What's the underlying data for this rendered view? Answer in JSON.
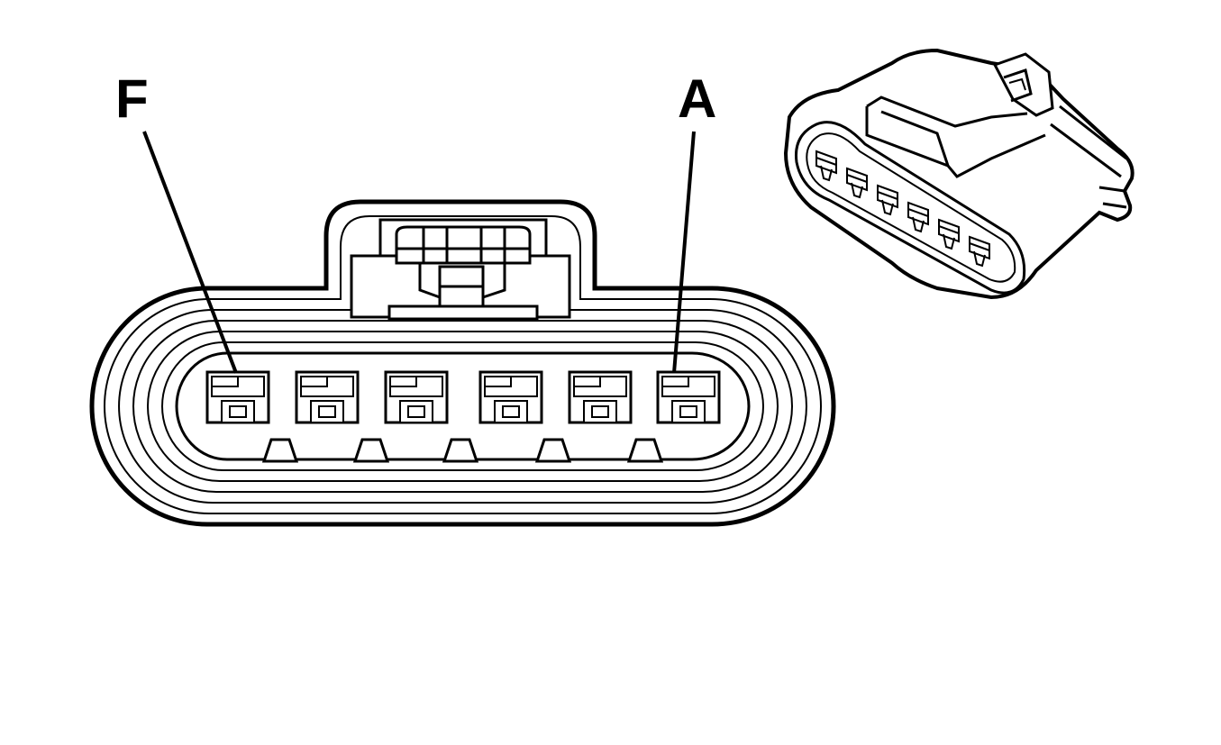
{
  "diagram": {
    "labels": {
      "left": "F",
      "right": "A"
    },
    "pin_count": 6,
    "colors": {
      "line": "#000000",
      "background": "#ffffff"
    }
  }
}
